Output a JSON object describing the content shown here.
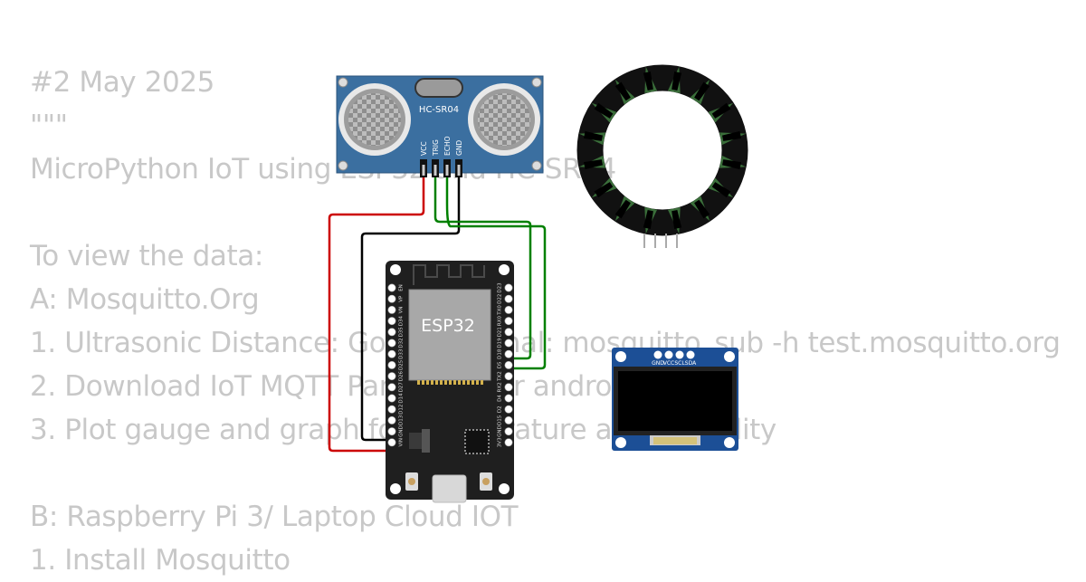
{
  "notes": {
    "lines": [
      "#2 May 2025",
      "\"\"\"",
      "MicroPython IoT using ESP32 and HC-SR04",
      "",
      "To view the data:",
      "A: Mosquitto.Org",
      "1. Ultrasonic Distance: Go to terminal: mosquitto_sub -h test.mosquitto.org",
      "2. Download IoT MQTT Panel in your android phone",
      "3. Plot gauge and graph for temperature and humidity",
      "",
      "B: Raspberry Pi 3/ Laptop Cloud IOT",
      "1. Install Mosquitto"
    ]
  },
  "sensor": {
    "label": "HC-SR04",
    "pins": [
      "VCC",
      "TRIG",
      "ECHO",
      "GND"
    ],
    "board_color": "#3b6fa0"
  },
  "mcu": {
    "label": "ESP32",
    "left_pins": [
      "EN",
      "VP",
      "VN",
      "D34",
      "D35",
      "D32",
      "D33",
      "D25",
      "D26",
      "D27",
      "D14",
      "D12",
      "D13",
      "GND",
      "VIN"
    ],
    "right_pins": [
      "D23",
      "D22",
      "TX0",
      "RX0",
      "D21",
      "D19",
      "D18",
      "D5",
      "TX2",
      "RX2",
      "D4",
      "D2",
      "D15",
      "GND",
      "3V3"
    ],
    "board_color": "#1f1f1f"
  },
  "ring": {
    "pixels": 16,
    "led_color": "#3a6e3a"
  },
  "oled": {
    "pins": [
      "GND",
      "VCC",
      "SCL",
      "SDA"
    ],
    "board_color": "#1c4f96"
  },
  "wires": {
    "power_color": "#cc0000",
    "ground_color": "#000000",
    "signal_color": "#008000"
  }
}
